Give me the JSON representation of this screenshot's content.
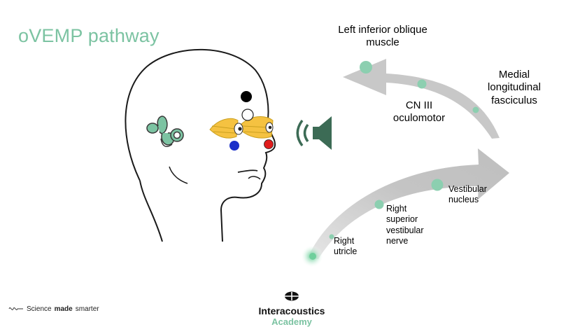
{
  "title": "oVEMP pathway",
  "labels": {
    "left_inferior_oblique": "Left inferior oblique muscle",
    "cn3": "CN III oculomotor",
    "mlf": "Medial longitudinal fasciculus",
    "vestibular_nucleus": "Vestibular nucleus",
    "superior_vestibular_nerve": "Right superior vestibular nerve",
    "utricle": "Right utricle"
  },
  "footer": {
    "tagline_pre": "Science",
    "tagline_bold": "made",
    "tagline_post": "smarter",
    "brand_name": "Interacoustics",
    "brand_sub": "Academy"
  },
  "colors": {
    "accent": "#7cc3a2",
    "arrow_gray": "#c8c8c8",
    "node_green": "#8ccfb0",
    "speaker": "#3c6b55",
    "dot_black": "#000000",
    "dot_blue": "#1a2fc9",
    "dot_red": "#e01c1c",
    "ear": "#7cc3a2",
    "eye_muscle": "#f2b01e"
  }
}
